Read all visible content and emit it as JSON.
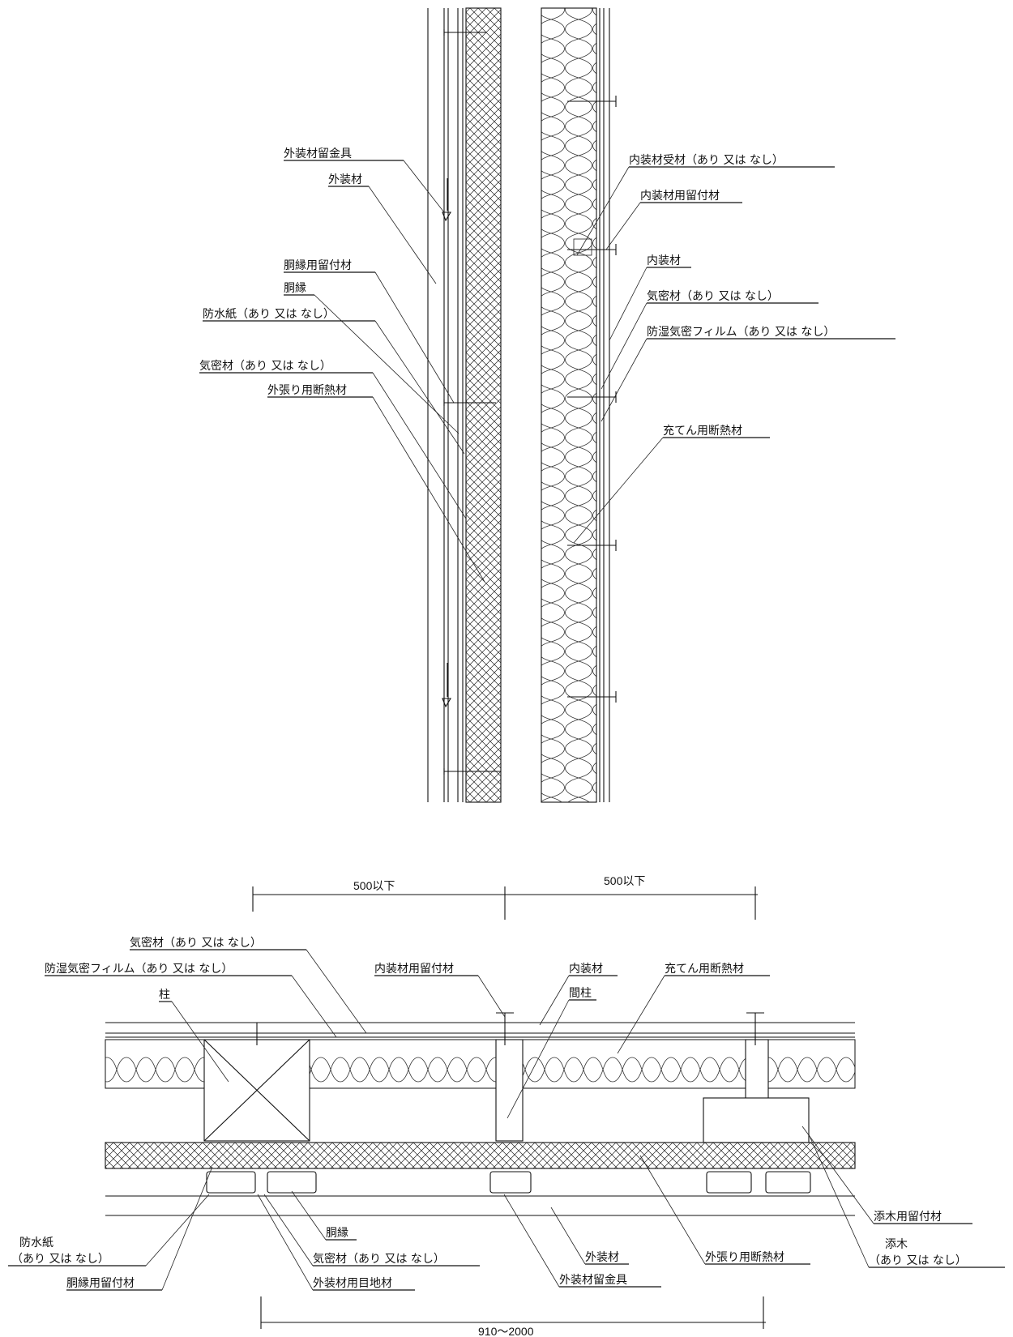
{
  "elevation": {
    "left_labels": {
      "fastener": "外装材留金具",
      "cladding": "外装材",
      "batten_fixing": "胴縁用留付材",
      "batten": "胴縁",
      "waterproof_paper": "防水紙（あり 又は なし）",
      "airtight": "気密材（あり 又は なし）",
      "ext_insulation": "外張り用断熱材"
    },
    "right_labels": {
      "interior_base": "内装材受材（あり 又は なし）",
      "interior_fixing": "内装材用留付材",
      "interior": "内装材",
      "airtight": "気密材（あり 又は なし）",
      "vapor_film": "防湿気密フィルム（あり 又は なし）",
      "fill_insulation": "充てん用断熱材"
    }
  },
  "plan": {
    "dim_left": "500以下",
    "dim_right": "500以下",
    "dim_bottom": "910～2000",
    "labels": {
      "airtight_top": "気密材（あり 又は なし）",
      "vapor_film": "防湿気密フィルム（あり 又は なし）",
      "column": "柱",
      "interior_fixing": "内装材用留付材",
      "interior": "内装材",
      "stud": "間柱",
      "fill_insulation": "充てん用断熱材",
      "batten": "胴縁",
      "waterproof_1": "防水紙",
      "waterproof_2": "（あり 又は なし）",
      "batten_fixing": "胴縁用留付材",
      "airtight_bottom": "気密材（あり 又は なし）",
      "joint": "外装材用目地材",
      "cladding": "外装材",
      "fastener": "外装材留金具",
      "ext_insulation": "外張り用断熱材",
      "furring_fixing": "添木用留付材",
      "furring_1": "添木",
      "furring_2": "（あり 又は なし）"
    }
  }
}
